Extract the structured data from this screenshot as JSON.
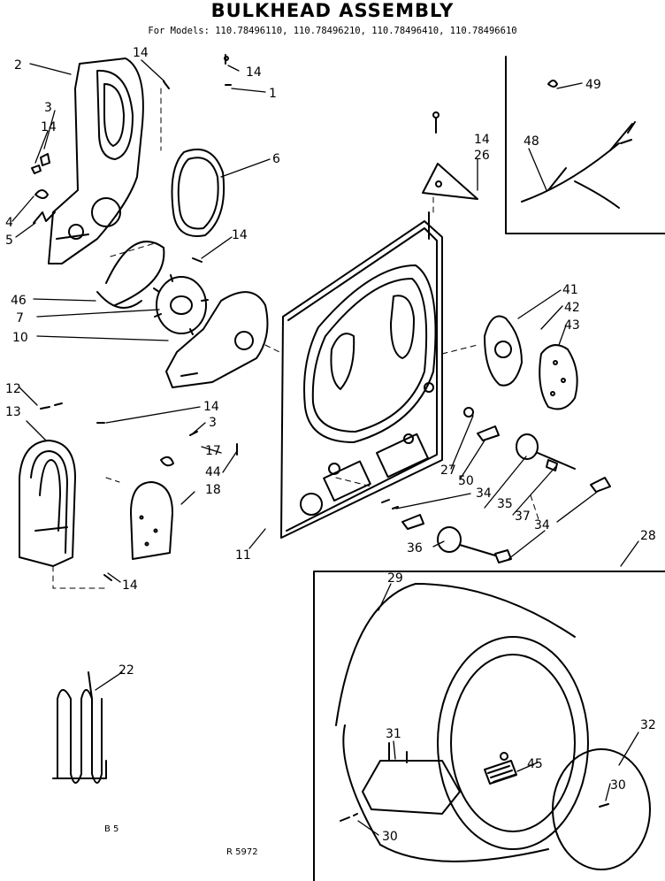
{
  "header": {
    "title": "BULKHEAD ASSEMBLY",
    "subtitle": "For Models: 110.78496110, 110.78496210, 110.78496410, 110.78496610"
  },
  "callouts": {
    "c2": "2",
    "c3a": "3",
    "c14a": "14",
    "c4": "4",
    "c5": "5",
    "c14b": "14",
    "c14c": "14",
    "c1": "1",
    "c6": "6",
    "c14d": "14",
    "c46": "46",
    "c7": "7",
    "c10": "10",
    "c12": "12",
    "c13": "13",
    "c14e": "14",
    "c3b": "3",
    "c17": "17",
    "c44": "44",
    "c18": "18",
    "c11": "11",
    "c14f": "14",
    "c22": "22",
    "c14g": "14",
    "c26": "26",
    "c49": "49",
    "c48": "48",
    "c41": "41",
    "c42": "42",
    "c43": "43",
    "c27": "27",
    "c50": "50",
    "c34a": "34",
    "c35": "35",
    "c37": "37",
    "c34b": "34",
    "c36": "36",
    "c28": "28",
    "c29": "29",
    "c31": "31",
    "c45": "45",
    "c32": "32",
    "c30a": "30",
    "c30b": "30"
  },
  "footer": {
    "left_code": "B 5",
    "right_code": "R 5972"
  }
}
